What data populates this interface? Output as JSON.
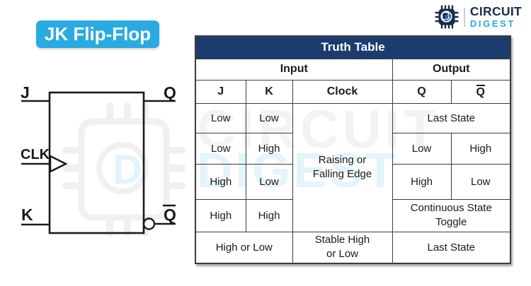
{
  "title": {
    "label": "JK Flip-Flop"
  },
  "logo": {
    "circuit": "CIRCUIT",
    "digest": "DIGEST",
    "chip_letter": "D"
  },
  "icons": {
    "chip_logo": "chip-icon (microchip with pins, circle and D inside)",
    "clock_edge": "triangle-right (edge-trigger symbol)",
    "inversion": "circle-bubble (inverted output)"
  },
  "diagram": {
    "inputs": {
      "j": "J",
      "clk": "CLK",
      "k": "K"
    },
    "outputs": {
      "q": "Q",
      "q_bar": "Q"
    }
  },
  "watermark": {
    "circuit": "CIRCUIT",
    "digest": "DIGEST",
    "chip_letter": "D"
  },
  "table": {
    "title": "Truth Table",
    "input_header": "Input",
    "output_header": "Output",
    "columns": {
      "j": "J",
      "k": "K",
      "clock": "Clock",
      "q": "Q",
      "qbar": "Q"
    },
    "clock_span_lines": [
      "Raising or",
      "Falling Edge"
    ],
    "rows": [
      {
        "j": "Low",
        "k": "Low",
        "output": "Last State"
      },
      {
        "j": "Low",
        "k": "High",
        "q": "Low",
        "qbar": "High"
      },
      {
        "j": "High",
        "k": "Low",
        "q": "High",
        "qbar": "Low"
      },
      {
        "j": "High",
        "k": "High",
        "output_lines": [
          "Continuous State",
          "Toggle"
        ]
      },
      {
        "jk": "High or Low",
        "clock_lines": [
          "Stable High",
          "or Low"
        ],
        "output": "Last State"
      }
    ]
  },
  "colors": {
    "accent_blue": "#29ABE2",
    "header_navy": "#1C3C6F",
    "logo_navy": "#1B2B4D",
    "line_dark": "#1a1a1a",
    "table_border": "#3d3d3d"
  }
}
